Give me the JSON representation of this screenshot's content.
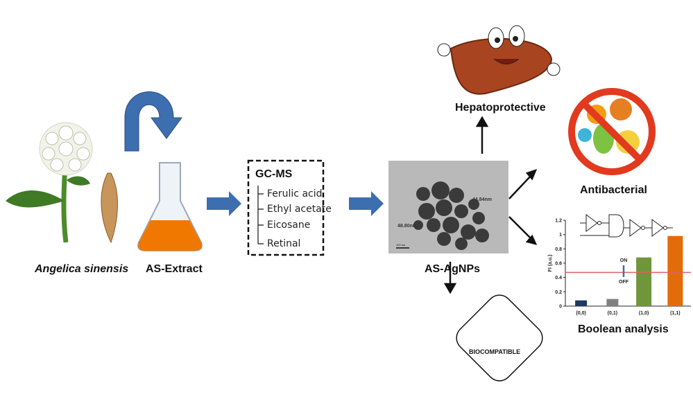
{
  "labels": {
    "plant": "Angelica sinensis",
    "extract": "AS-Extract",
    "nanoparticles": "AS-AgNPs",
    "hepatoprotective": "Hepatoprotective",
    "antibacterial": "Antibacterial",
    "boolean": "Boolean analysis",
    "biocompatible": "BIOCOMPATIBLE"
  },
  "gcms": {
    "title": "GC-MS",
    "compounds": [
      "Ferulic acid",
      "Ethyl acetate",
      "Eicosane",
      "Retinal"
    ]
  },
  "tem": {
    "size1": "44.84nm",
    "size2": "48.80nm",
    "scale": "100 nm"
  },
  "chart_data": {
    "type": "bar",
    "categories": [
      "(0,0)",
      "(0,1)",
      "(1,0)",
      "(1,1)"
    ],
    "values": [
      0.08,
      0.1,
      0.68,
      0.98
    ],
    "colors": [
      "#1f3864",
      "#808080",
      "#70963a",
      "#e36c0a"
    ],
    "ylabel": "FI (a.u.)",
    "ylim": [
      0,
      1.2
    ],
    "yticks": [
      "0",
      "0.2",
      "0.4",
      "0.6",
      "0.8",
      "1",
      "1.2"
    ],
    "threshold": 0.47,
    "threshold_color": "#e06060",
    "on_label": "ON",
    "off_label": "OFF"
  }
}
